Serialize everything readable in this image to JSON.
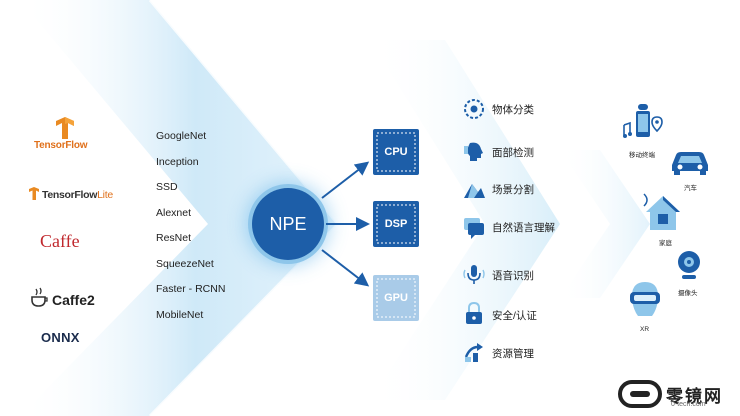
{
  "frameworks": {
    "tensorflow": "TensorFlow",
    "tensorflow_lite_a": "TensorFlow",
    "tensorflow_lite_b": "Lite",
    "caffe": "Caffe",
    "caffe2": "Caffe2",
    "onnx": "ONNX"
  },
  "models": [
    "GoogleNet",
    "Inception",
    "SSD",
    "Alexnet",
    "ResNet",
    "SqueezeNet",
    "Faster - RCNN",
    "MobileNet"
  ],
  "engine": {
    "label": "NPE"
  },
  "processors": [
    {
      "label": "CPU",
      "color": "#1d5ea8"
    },
    {
      "label": "DSP",
      "color": "#1d5ea8"
    },
    {
      "label": "GPU",
      "color": "#8fb8dc"
    }
  ],
  "tasks": [
    "物体分类",
    "面部检测",
    "场景分割",
    "自然语言理解",
    "语音识别",
    "安全/认证",
    "资源管理"
  ],
  "devices": [
    "移动终端",
    "汽车",
    "家庭",
    "摄像头",
    "XR"
  ],
  "watermark": {
    "text": "零镜网",
    "sub": "0-tech.com"
  },
  "colors": {
    "primary": "#1d5ea8",
    "light": "#8ec6ea",
    "orange": "#e0711c",
    "caffe_red": "#c0282d"
  }
}
